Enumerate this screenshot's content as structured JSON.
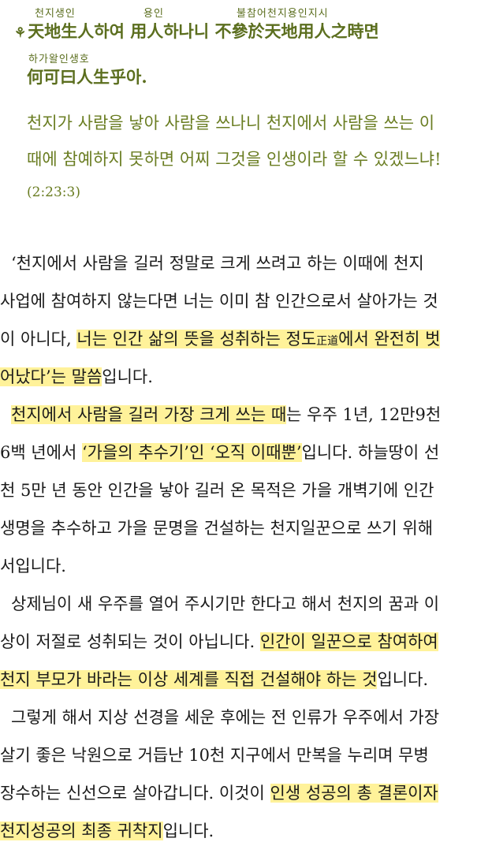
{
  "quote": {
    "ruby_1a": "천지생인",
    "ruby_1b": "용인",
    "ruby_1c": "불참어천지용인지시",
    "hanja_1_bullet": "⚘",
    "hanja_1": "天地生人하여 用人하나니 不參於天地用人之時면",
    "ruby_2": "하가왈인생호",
    "hanja_2": "何可曰人生乎아.",
    "translation_1": "천지가 사람을 낳아 사람을 쓰나니 천지에서 사람을 쓰는 이",
    "translation_2": "때에 참예하지 못하면 어찌 그것을 인생이라 할 수 있겠느냐!",
    "citation": "(2:23:3)"
  },
  "body": {
    "p1_l1": "‘천지에서 사람을 길러 정말로 크게 쓰려고 하는 이때에 천지",
    "p1_l2": "사업에 참여하지 않는다면 너는 이미 참 인간으로서 살아가는 것",
    "p1_l3_a": "이 아니다, ",
    "p1_l3_hl_a": "너는 인간 삶의 뜻을 성취하는 정도",
    "p1_l3_hanja": "正道",
    "p1_l3_hl_b": "에서 완전히 벗",
    "p1_l4_hl": "어났다’는 말씀",
    "p1_l4_b": "입니다.",
    "p2_l1_hl": "천지에서 사람을 길러 가장 크게 쓰는 때",
    "p2_l1_b": "는 우주 1년, 12만9천",
    "p2_l2_a": "6백 년에서 ",
    "p2_l2_hl": "‘가을의 추수기’인 ‘오직 이때뿐’",
    "p2_l2_b": "입니다. 하늘땅이 선",
    "p2_l3": "천 5만 년 동안 인간을 낳아 길러 온 목적은 가을 개벽기에 인간",
    "p2_l4": "생명을 추수하고 가을 문명을 건설하는 천지일꾼으로 쓰기 위해",
    "p2_l5": "서입니다.",
    "p3_l1": "상제님이 새 우주를 열어 주시기만 한다고 해서 천지의 꿈과 이",
    "p3_l2_a": "상이 저절로 성취되는 것이 아닙니다. ",
    "p3_l2_hl": "인간이 일꾼으로 참여하여",
    "p3_l3_hl": "천지 부모가 바라는 이상 세계를 직접 건설해야 하는 것",
    "p3_l3_b": "입니다.",
    "p4_l1": "그렇게 해서 지상 선경을 세운 후에는 전 인류가 우주에서 가장",
    "p4_l2": "살기 좋은 낙원으로 거듭난 10천 지구에서 만복을 누리며 무병",
    "p4_l3_a": "장수하는 신선으로 살아갑니다. 이것이 ",
    "p4_l3_hl": "인생 성공의 총 결론이자",
    "p4_l4_hl": "천지성공의 최종 귀착지",
    "p4_l4_b": "입니다."
  },
  "colors": {
    "accent": "#6a7d22",
    "highlight": "#fff29a",
    "text": "#1a1a1a"
  }
}
